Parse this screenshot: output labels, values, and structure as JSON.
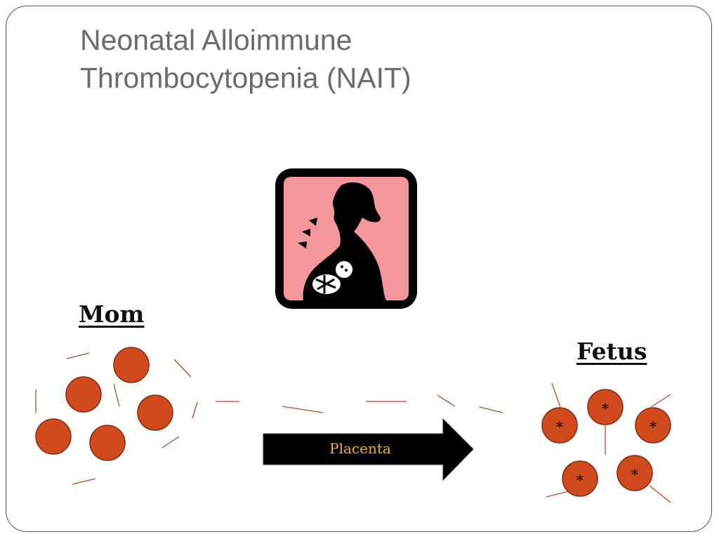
{
  "slide": {
    "title_line1": "Neonatal Alloimmune",
    "title_line2": "Thrombocytopenia (NAIT)"
  },
  "labels": {
    "mom": "Mom",
    "fetus": "Fetus",
    "placenta": "Placenta",
    "antigen_mark": "*"
  },
  "colors": {
    "cell_fill": "#d04a1e",
    "cell_stroke": "#8a2a0e",
    "platelet_line": "#b84a2a",
    "icon_bg": "#f4979b",
    "arrow_fill": "#000000",
    "arrow_text": "#f0b429"
  },
  "icon": {
    "name": "pregnant-woman-icon"
  }
}
